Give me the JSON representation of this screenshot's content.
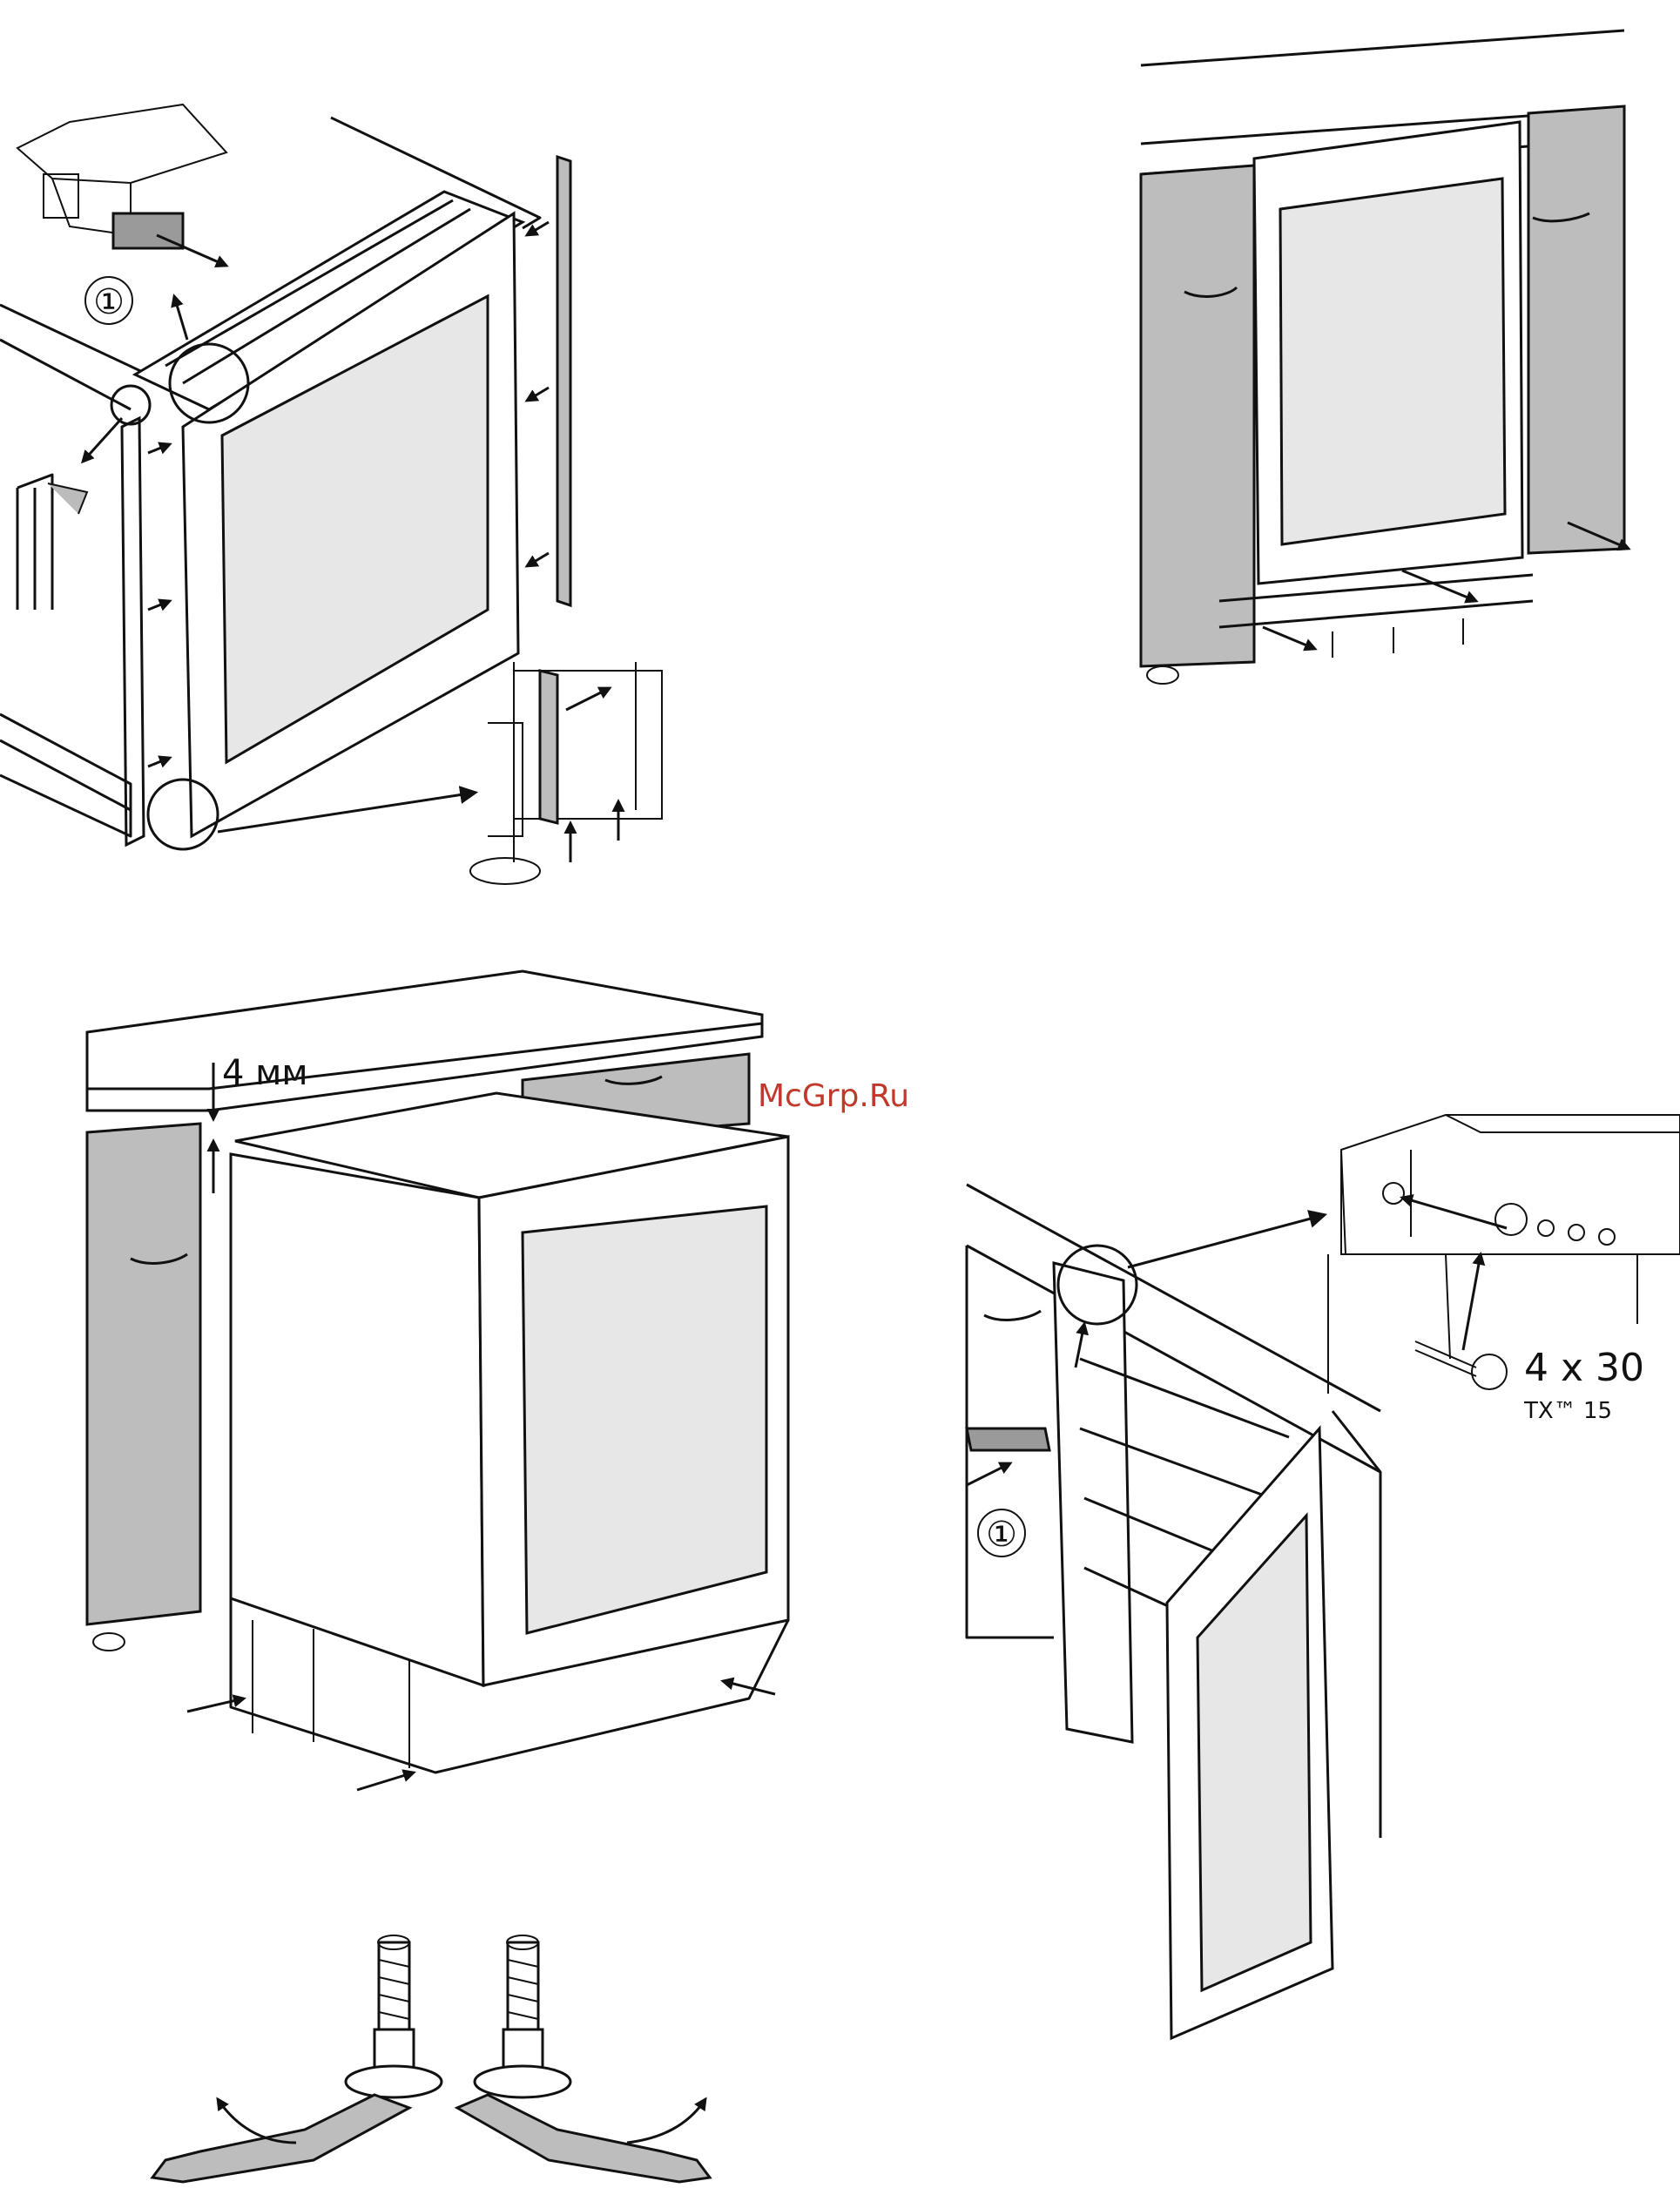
{
  "watermark": "McGrp.Ru",
  "panel1": {
    "callout": "①"
  },
  "panel3": {
    "gap_label": "4 мм"
  },
  "panel4": {
    "callout": "①",
    "screw_size": "4 x 30",
    "screw_bit": "TX™ 15"
  },
  "colors": {
    "line": "#111111",
    "glass": "#e7e7e7",
    "wood": "#bdbdbd",
    "watermark": "#c0392b"
  }
}
